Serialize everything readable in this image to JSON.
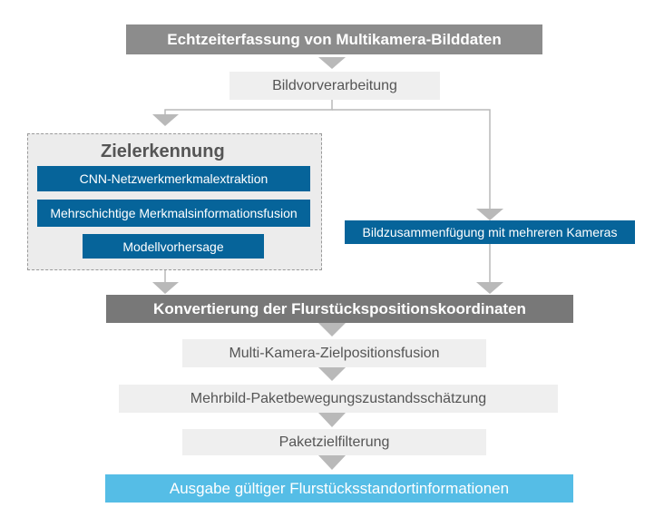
{
  "nodes": {
    "capture": "Echtzeiterfassung von Multikamera-Bilddaten",
    "preprocess": "Bildvorverarbeitung",
    "detection_group": "Zielerkennung",
    "cnn": "CNN-Netzwerkmerkmalextraktion",
    "fusion_multi": "Mehrschichtige Merkmalsinformationsfusion",
    "prediction": "Modellvorhersage",
    "stitching": "Bildzusammenfügung mit mehreren Kameras",
    "convert": "Konvertierung der Flurstückspositionskoordinaten",
    "target_fusion": "Multi-Kamera-Zielpositionsfusion",
    "estimation": "Mehrbild-Paketbewegungszustandsschätzung",
    "filtering": "Paketzielfilterung",
    "output": "Ausgabe gültiger Flurstücksstandortinformationen"
  },
  "colors": {
    "gray_dark": "#787878",
    "gray": "#8c8c8c",
    "gray_light": "#efefef",
    "blue": "#06649a",
    "cyan": "#55bde6",
    "arrow": "#b9b9b9"
  }
}
